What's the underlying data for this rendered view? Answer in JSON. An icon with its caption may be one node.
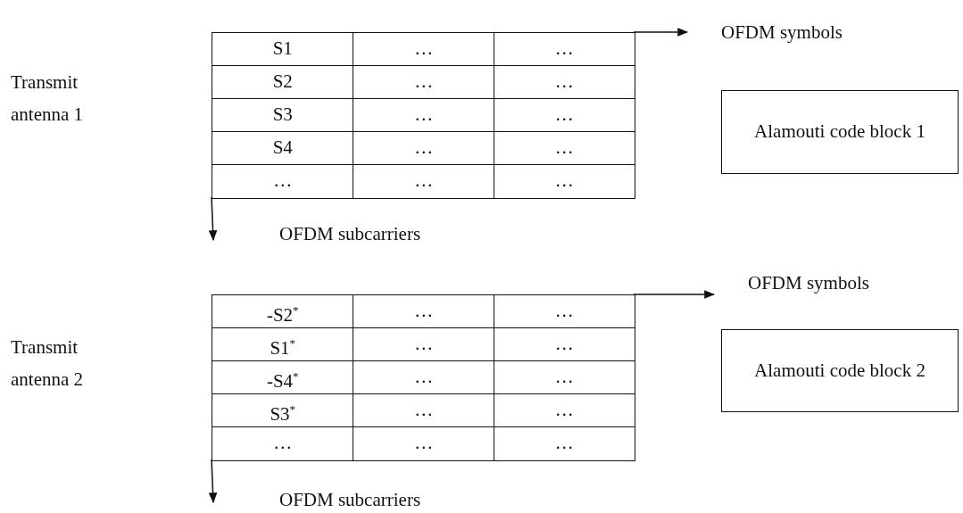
{
  "diagram": {
    "nodes": [
      {
        "text": [
          "Alamouti code block 1"
        ]
      },
      {
        "text": [
          "Alamouti code block 2"
        ]
      }
    ],
    "labels": [
      "OFDM symbols",
      "Transmit antenna 1",
      "S1",
      "…",
      "…",
      "S2",
      "…",
      "…",
      "S3",
      "…",
      "…",
      "S4",
      "…",
      "…",
      "…",
      "…",
      "…",
      "OFDM subcarriers",
      "OFDM symbols",
      "Transmit antenna 2",
      "-S2$^{*}$",
      "…",
      "…",
      "S1$^{*}$",
      "…",
      "…",
      "-S4$^{*}$",
      "…",
      "…",
      "S3$^{*}$",
      "…",
      "…",
      "…",
      "…",
      "…",
      "OFDM subcarriers"
    ]
  }
}
